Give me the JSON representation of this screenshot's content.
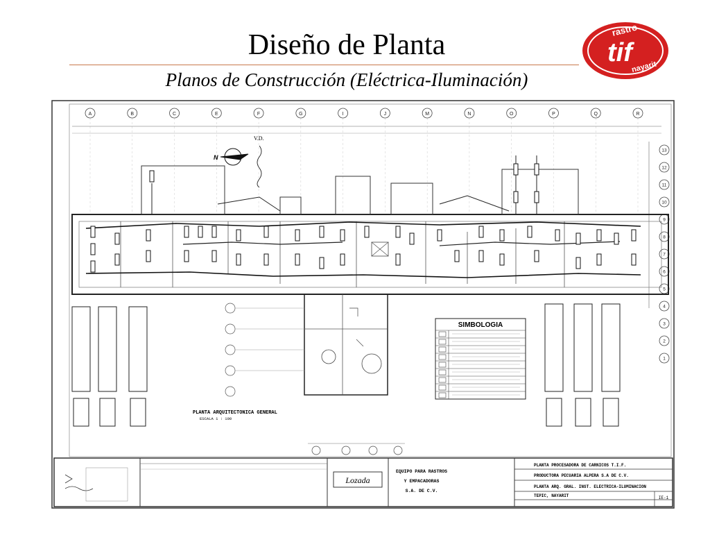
{
  "slide": {
    "title": "Diseño de Planta",
    "subtitle": "Planos de Construcción (Eléctrica-Iluminación)"
  },
  "logo": {
    "text_top": "rastro",
    "text_main": "tif",
    "text_bottom": "nayarit",
    "color": "#d42020"
  },
  "plan": {
    "vd_label": "V.D.",
    "north_label": "N",
    "drawing_caption": "PLANTA ARQUITECTONICA GENERAL",
    "scale_caption": "ESCALA 1 : 100",
    "grid_letters": [
      "A",
      "B",
      "C",
      "E",
      "F",
      "G",
      "I",
      "J",
      "M",
      "N",
      "O",
      "P",
      "Q",
      "R"
    ],
    "grid_numbers": [
      "13",
      "12",
      "11",
      "10",
      "9",
      "8",
      "7",
      "6",
      "5",
      "4",
      "3",
      "2",
      "1"
    ],
    "legend_title": "SIMBOLOGIA",
    "title_block": {
      "company_logo_text": "Lozada",
      "equipment_line1": "EQUIPO PARA RASTROS",
      "equipment_line2": "Y EMPACADORAS",
      "equipment_line3": "S.A. DE C.V.",
      "row1": "PLANTA PROCESADORA DE CARNICOS T.I.F.",
      "row2": "PRODUCTORA PECUARIA ALPERA S.A DE C.V.",
      "row3": "PLANTA ARQ. GRAL. INST. ELECTRICA-ILUMINACION",
      "row4": "TEPIC, NAYARIT",
      "sheet": "IE-1"
    }
  }
}
